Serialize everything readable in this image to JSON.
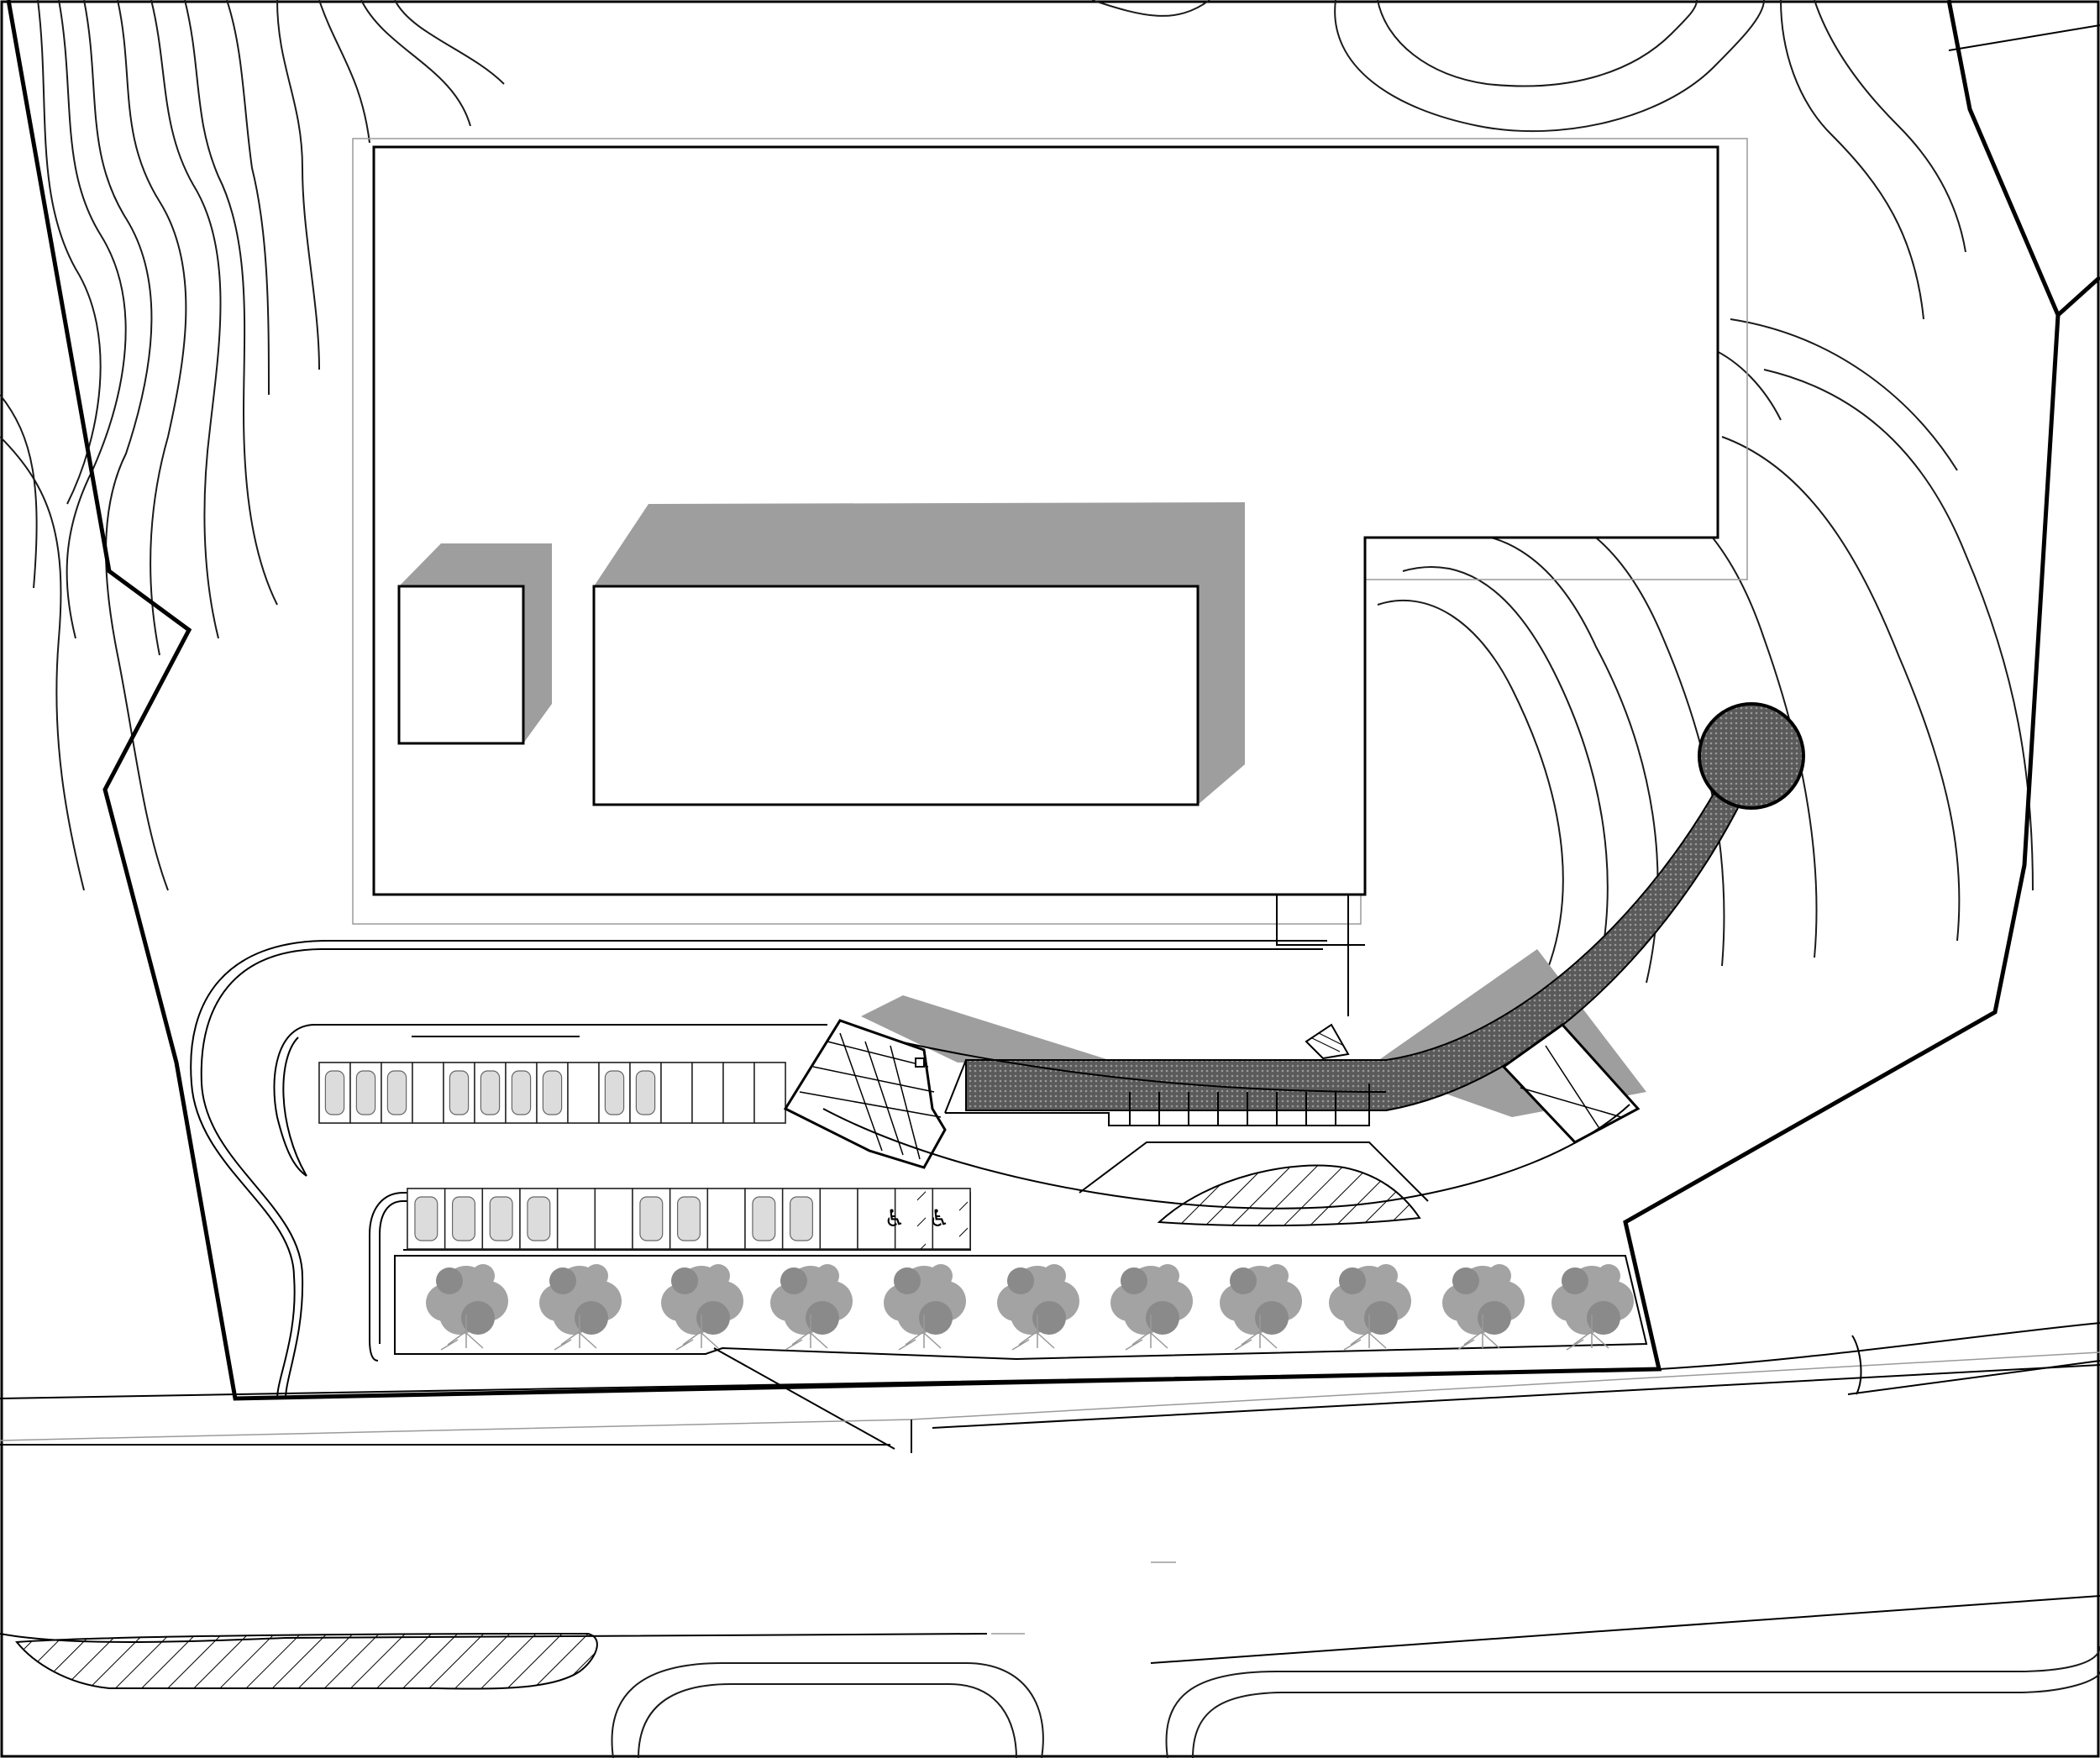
{
  "drawing": {
    "type": "site plan",
    "text_labels": [],
    "colors": {
      "line": "#000000",
      "shadow": "#9e9e9e",
      "paving_pattern": "#4a4a4a",
      "trees": "#a3a3a3",
      "background": "#ffffff"
    },
    "buildings": [
      "main-building",
      "annex-block-west",
      "annex-block-east"
    ],
    "upper_parking_stalls": 15,
    "lower_parking_stalls": 15,
    "accessible_stall_icons": [
      "wheelchair-icon",
      "wheelchair-icon"
    ],
    "trees": 11,
    "features": [
      "curved-walkway",
      "round-plaza",
      "hatched-lawn",
      "access-road",
      "street"
    ]
  }
}
